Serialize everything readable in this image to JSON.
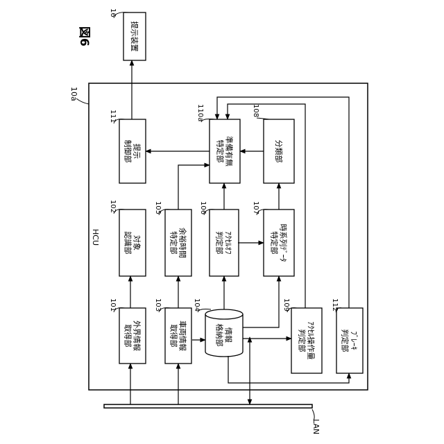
{
  "figure_label": "図6",
  "hcu": {
    "label": "HCU",
    "ref": "10a"
  },
  "lan": {
    "label": "LAN"
  },
  "blocks": {
    "b16": {
      "ref": "16",
      "lines": [
        "提示装置"
      ]
    },
    "b111": {
      "ref": "111",
      "lines": [
        "提示",
        "制御部"
      ]
    },
    "b110a": {
      "ref": "110a",
      "lines": [
        "準備有無",
        "特定部"
      ]
    },
    "b108": {
      "ref": "108",
      "lines": [
        "分類部"
      ]
    },
    "b102": {
      "ref": "102",
      "lines": [
        "対象",
        "認識部"
      ]
    },
    "b105": {
      "ref": "105",
      "lines": [
        "余裕時間",
        "特定部"
      ]
    },
    "b106": {
      "ref": "106",
      "lines": [
        "ｱｸｾﾙｵﾌ",
        "判定部"
      ]
    },
    "b107": {
      "ref": "107",
      "lines": [
        "時系列ﾃﾞｰﾀ",
        "特定部"
      ]
    },
    "b101": {
      "ref": "101",
      "lines": [
        "外界情報",
        "取得部"
      ]
    },
    "b103": {
      "ref": "103",
      "lines": [
        "車両情報",
        "取得部"
      ]
    },
    "b104": {
      "ref": "104",
      "lines": [
        "情報",
        "格納部"
      ]
    },
    "b109": {
      "ref": "109",
      "lines": [
        "ｱｸｾﾙ操作量",
        "判定部"
      ]
    },
    "b112": {
      "ref": "112",
      "lines": [
        "ﾌﾞﾚｰｷ",
        "判定部"
      ]
    }
  }
}
